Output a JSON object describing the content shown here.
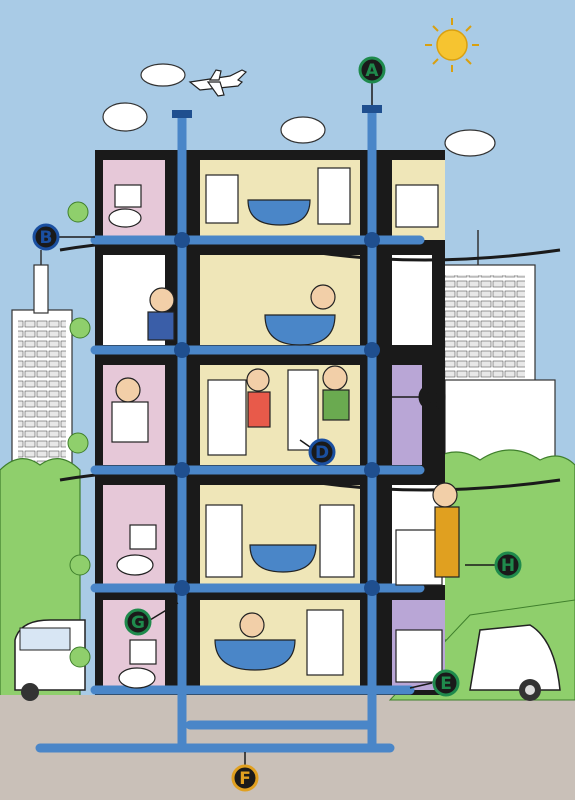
{
  "diagram": {
    "labels": [
      {
        "id": "A",
        "text": "A",
        "color": "#1f8a4c"
      },
      {
        "id": "B",
        "text": "B",
        "color": "#1a4fa0"
      },
      {
        "id": "C",
        "text": "C",
        "color": "#1a1a1a"
      },
      {
        "id": "D",
        "text": "D",
        "color": "#1a4fa0"
      },
      {
        "id": "E",
        "text": "E",
        "color": "#1f8a4c"
      },
      {
        "id": "F",
        "text": "F",
        "color": "#e0a020"
      },
      {
        "id": "G",
        "text": "G",
        "color": "#1f8a4c"
      },
      {
        "id": "H",
        "text": "H",
        "color": "#1f8a4c"
      }
    ],
    "colors": {
      "sky": "#a9cbe6",
      "pipe": "#4a86c8",
      "pipe_dark": "#1f4f8f",
      "frame": "#1a1a1a",
      "room_yellow": "#efe6b8",
      "room_pink": "#e6c8d8",
      "room_purple": "#b9a6d6",
      "grass": "#8fcf6c",
      "ground": "#c9c0b8",
      "sun": "#f6c430"
    },
    "icons": [
      "sun-icon",
      "airplane-icon",
      "cloud-icon",
      "tree-icon",
      "car-icon",
      "bathtub-icon",
      "toilet-icon",
      "washing-machine-icon",
      "sink-icon",
      "kitchen-counter-icon",
      "person-icon"
    ]
  }
}
